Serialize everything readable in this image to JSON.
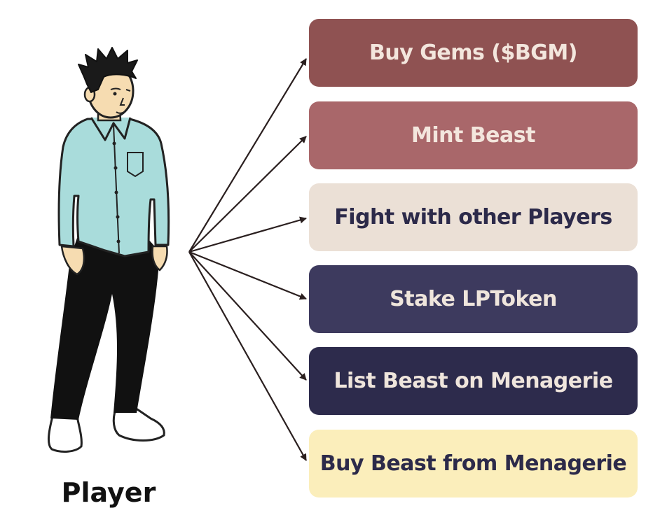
{
  "actor": {
    "label": "Player"
  },
  "actions": [
    {
      "label": "Buy Gems ($BGM)",
      "bg": "#8f5252",
      "fg": "#f3e6dd"
    },
    {
      "label": "Mint Beast",
      "bg": "#a9676a",
      "fg": "#f3e6dd"
    },
    {
      "label": "Fight with other Players",
      "bg": "#ebe0d6",
      "fg": "#2c2a4a"
    },
    {
      "label": "Stake LPToken",
      "bg": "#3d3a5e",
      "fg": "#efe5dc"
    },
    {
      "label": "List Beast on Menagerie",
      "bg": "#2d2b4c",
      "fg": "#efe5dc"
    },
    {
      "label": "Buy Beast from Menagerie",
      "bg": "#fbeebb",
      "fg": "#2c2a4a"
    }
  ],
  "colors": {
    "arrow": "#2a1f1f",
    "shirt": "#a9dcdb",
    "pants": "#111111",
    "skin": "#f6dcb1"
  }
}
